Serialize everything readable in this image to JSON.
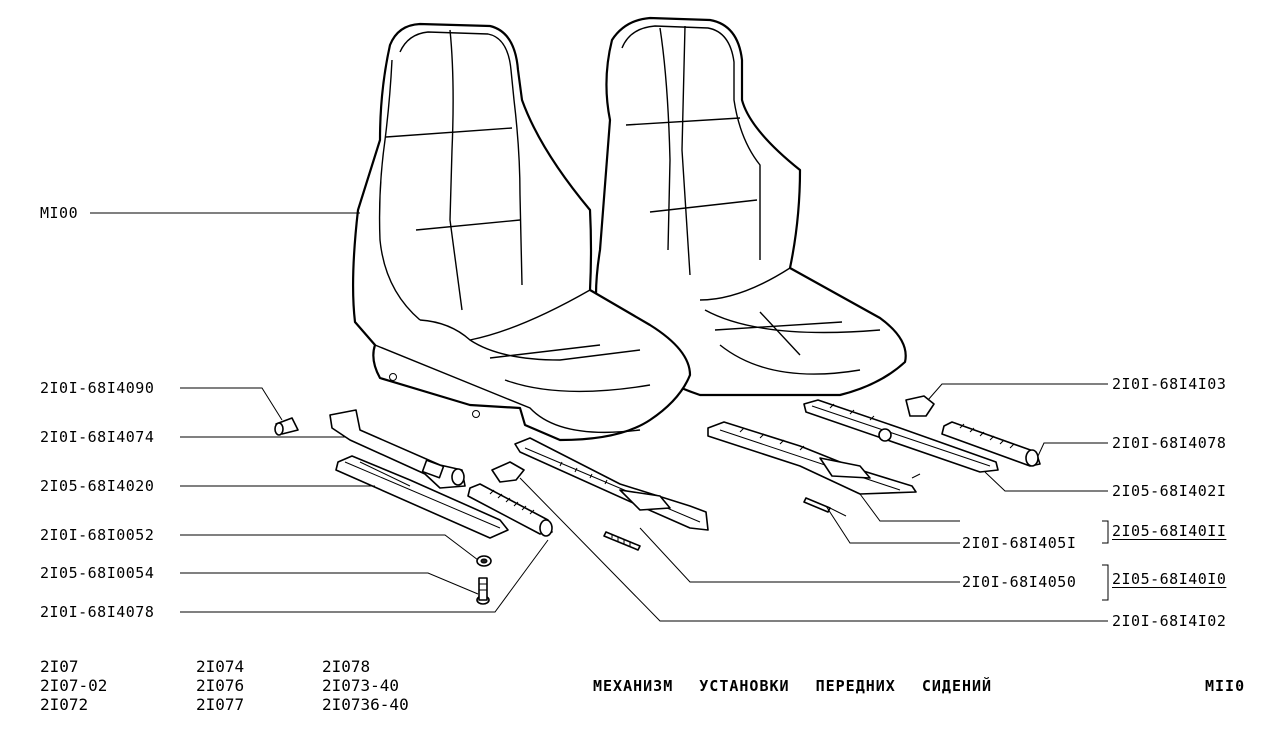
{
  "labels": {
    "seat": "MI00",
    "left_1": "2I0I-68I4090",
    "left_2": "2I0I-68I4074",
    "left_3": "2I05-68I4020",
    "left_4": "2I0I-68I0052",
    "left_5": "2I05-68I0054",
    "left_6": "2I0I-68I4078",
    "right_1": "2I0I-68I4I03",
    "right_2": "2I0I-68I4078",
    "right_3": "2I05-68I402I",
    "right_4a": "2I0I-68I405I",
    "right_4b": "2I05-68I40II",
    "right_5a": "2I0I-68I4050",
    "right_5b": "2I05-68I40I0",
    "right_6": "2I0I-68I4I02"
  },
  "models": {
    "col1": [
      "2I07",
      "2I07-02",
      "2I072"
    ],
    "col2": [
      "2I074",
      "2I076",
      "2I077"
    ],
    "col3": [
      "2I078",
      "2I073-40",
      "2I0736-40"
    ]
  },
  "title": "МЕХАНИЗМ УСТАНОВКИ ПЕРЕДНИХ СИДЕНИЙ",
  "sheet_code": "MII0"
}
